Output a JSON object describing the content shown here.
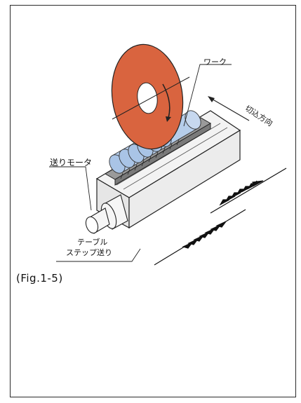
{
  "labels": {
    "work": "ワーク",
    "infeed_direction": "切込方向",
    "feed_motor": "送りモータ",
    "table_step_feed_line1": "テーブル",
    "table_step_feed_line2": "ステップ送り",
    "figure_caption": "(Fig.1-5)"
  },
  "colors": {
    "grinding_wheel": "#d9643f",
    "workpiece": "#a9c4e6",
    "machine_body": "#f2f2f2",
    "outline": "#222222"
  }
}
